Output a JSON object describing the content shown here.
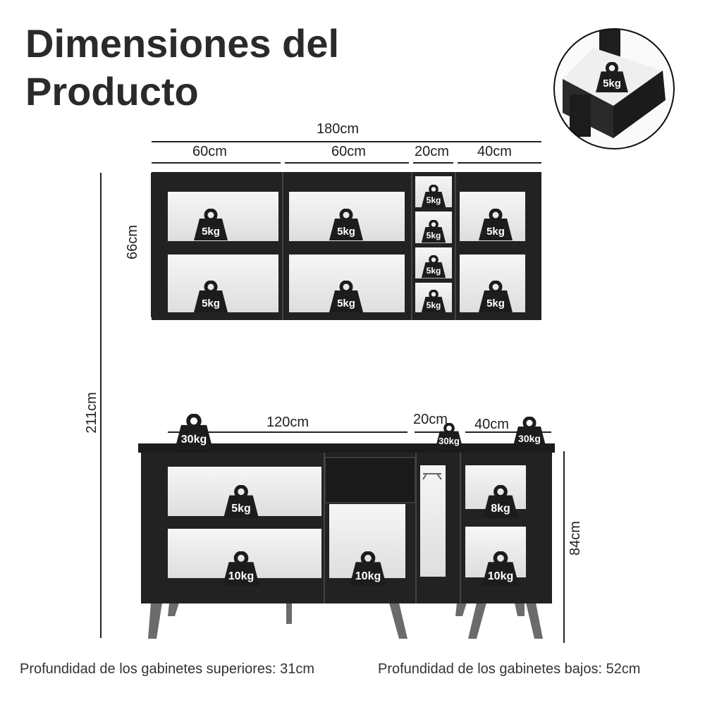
{
  "title": {
    "line1": "Dimensiones del",
    "line2": "Producto"
  },
  "upper_cabinet": {
    "total_width": "180cm",
    "widths": [
      "60cm",
      "60cm",
      "20cm",
      "40cm"
    ],
    "height": "66cm",
    "weights": [
      "5kg",
      "5kg",
      "5kg",
      "5kg",
      "5kg",
      "5kg",
      "5kg",
      "5kg",
      "5kg",
      "5kg"
    ]
  },
  "lower_cabinet": {
    "widths": [
      "120cm",
      "20cm",
      "40cm"
    ],
    "height": "84cm",
    "top_weights": [
      "30kg",
      "30kg",
      "30kg"
    ],
    "weights": [
      "5kg",
      "10kg",
      "10kg",
      "8kg",
      "10kg"
    ]
  },
  "total_height": "211cm",
  "drawer_inset": {
    "weight": "5kg"
  },
  "footer": {
    "upper_depth": "Profundidad de los gabinetes superiores: 31cm",
    "lower_depth": "Profundidad de los gabinetes bajos: 52cm"
  },
  "colors": {
    "cabinet": "#222222",
    "interior": "#ececec",
    "legs": "#6b6b6b",
    "text": "#1f1f1f"
  }
}
